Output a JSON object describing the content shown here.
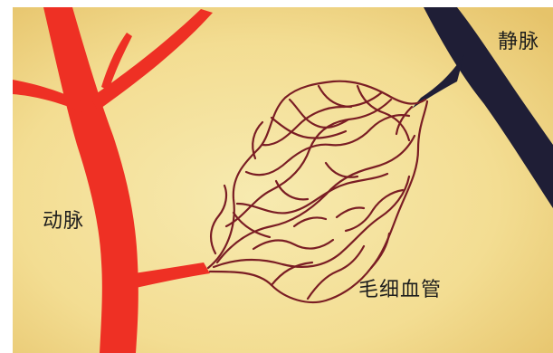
{
  "labels": {
    "artery": "动脉",
    "vein": "静脉",
    "capillaries": "毛细血管"
  },
  "colors": {
    "background_light": "#f6e7a6",
    "background_dark": "#e9cc78",
    "artery": "#ee3024",
    "vein": "#1f1e36",
    "capillary": "#7a1d24",
    "border": "#ffffff"
  }
}
